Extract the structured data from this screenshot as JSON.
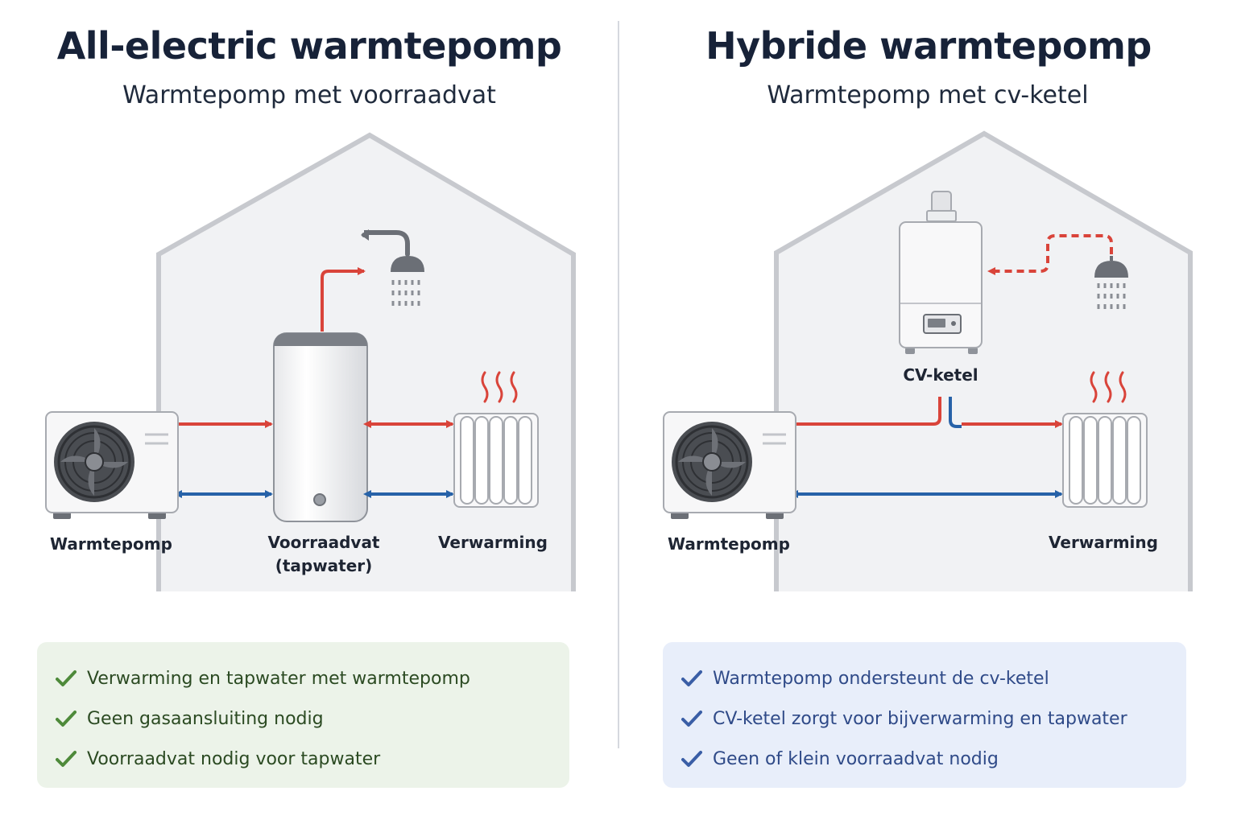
{
  "left": {
    "title": "All-electric warmtepomp",
    "subtitle": "Warmtepomp met voorraadvat",
    "labels": {
      "heat_pump": "Warmtepomp",
      "tank_line1": "Voorraadvat",
      "tank_line2": "(tapwater)",
      "heating": "Verwarming"
    },
    "checks": [
      "Verwarming en tapwater met warmtepomp",
      "Geen gasaansluiting nodig",
      "Voorraadvat nodig voor tapwater"
    ]
  },
  "right": {
    "title": "Hybride warmtepomp",
    "subtitle": "Warmtepomp met cv-ketel",
    "labels": {
      "boiler": "CV-ketel",
      "heat_pump": "Warmtepomp",
      "heating": "Verwarming"
    },
    "checks": [
      "Warmtepomp ondersteunt de cv-ketel",
      "CV-ketel zorgt voor bijverwarming en tapwater",
      "Geen of klein voorraadvat nodig"
    ]
  },
  "colors": {
    "hot_pipe": "#d9443a",
    "cold_pipe": "#2762a8",
    "house_fill": "#f1f2f4",
    "house_outline": "#c7c9ce",
    "check_green": "#4e8a3a",
    "check_blue": "#3a5ea6"
  },
  "icons": [
    "heat-pump-fan-icon",
    "water-tank-icon",
    "shower-icon",
    "radiator-icon",
    "boiler-icon",
    "check-icon"
  ]
}
